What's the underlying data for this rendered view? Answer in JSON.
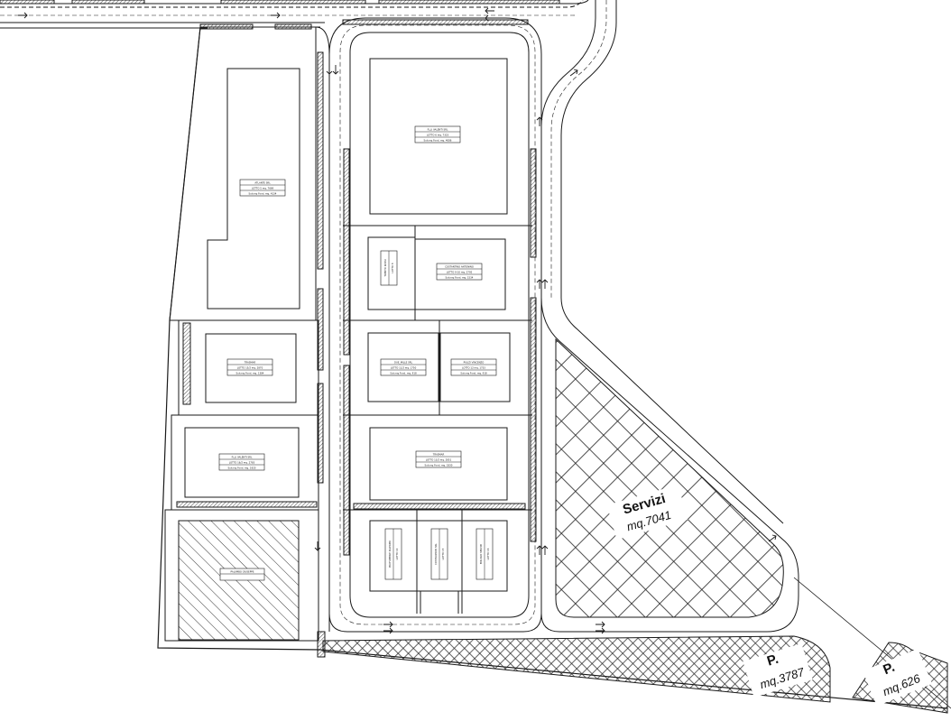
{
  "areas": {
    "servizi": {
      "title": "Servizi",
      "area": "mq.7041"
    },
    "parking_1": {
      "title": "P.",
      "area": "mq.3787"
    },
    "parking_2": {
      "title": "P.",
      "area": "mq.626"
    }
  },
  "lots": [
    {
      "id": "atlante",
      "name": "ATLANTE SRL",
      "lot": "LOTTO 5 mq. 7669",
      "extra": "Sulcrnq Fond. mq. 4134"
    },
    {
      "id": "valenti-top",
      "name": "F.LLI VALENTI SRL",
      "lot": "LOTTO 6 mq. 7323",
      "extra": "Sulcrnq Fond. mq. 4086"
    },
    {
      "id": "costantino",
      "name": "COSTANTINO ANTONINO",
      "lot": "LOTTO 9-10 mq. 2792",
      "extra": "Sulcrnq Fond. mq. 1534"
    },
    {
      "id": "trasmar-left",
      "name": "TRASMAR",
      "lot": "LOTTO 15/2 mq. 2870",
      "extra": "Sulcrnq Fond. mq. 1384"
    },
    {
      "id": "mid-left",
      "name": "DUE_MILLE SRL",
      "lot": "LOTTO 11/2 mq. 1750",
      "extra": "Sulcrnq Fond. mq. 918"
    },
    {
      "id": "pulizi",
      "name": "PULIZI VINCENZO",
      "lot": "LOTTO 12 mq. 1733",
      "extra": "Sulcrnq Fond. mq. 918"
    },
    {
      "id": "valenti-left",
      "name": "F.LLI VALENTI SRL",
      "lot": "LOTTO 16/2 mq. 2783",
      "extra": "Sulcrnq Fond. mq. 1920"
    },
    {
      "id": "trasmar-mid",
      "name": "TRASMAR",
      "lot": "LOTTO 13/2 mq. 2851",
      "extra": "Sulcrnq Fond. mq. 1830"
    },
    {
      "id": "palumbo",
      "name": "PALUMBO GIUSEPPE",
      "lot": "",
      "extra": ""
    },
    {
      "id": "v1",
      "name": "TRENTO ROSSI",
      "lot": "LOTTO 8",
      "extra": ""
    },
    {
      "id": "v2",
      "name": "PROFUMERIE PALERMO",
      "lot": "LOTTO 14",
      "extra": ""
    },
    {
      "id": "v3",
      "name": "COSTRUZIONI SRL",
      "lot": "LOTTO 15",
      "extra": ""
    },
    {
      "id": "v4",
      "name": "EDILSUD SERVIZI",
      "lot": "LOTTO 16",
      "extra": ""
    }
  ],
  "colors": {
    "ink": "#1a1a1a",
    "paper": "#ffffff"
  }
}
